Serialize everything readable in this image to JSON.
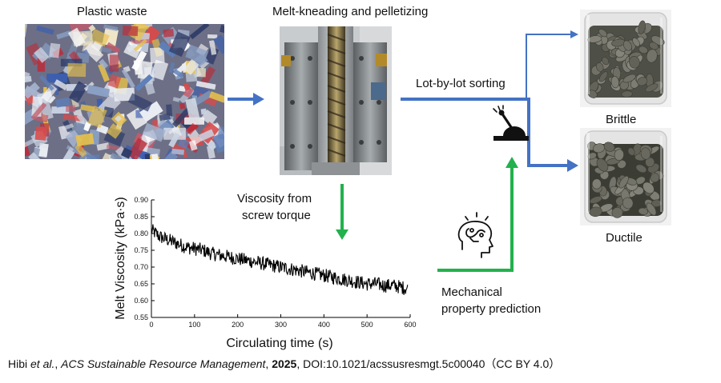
{
  "labels": {
    "plastic_waste": "Plastic waste",
    "melt_kneading": "Melt-kneading and pelletizing",
    "lot_sorting": "Lot-by-lot sorting",
    "brittle": "Brittle",
    "ductile": "Ductile",
    "viscosity_line1": "Viscosity from",
    "viscosity_line2": "screw torque",
    "prediction_line1": "Mechanical",
    "prediction_line2": "property prediction"
  },
  "citation": {
    "authors": "Hibi ",
    "etal": "et al.",
    "sep1": ", ",
    "journal": "ACS Sustainable Resource Management",
    "sep2": ", ",
    "year": "2025",
    "doi": ", DOI:10.1021/acssusresmgt.5c00040（CC BY 4.0）"
  },
  "icons": {
    "sorting_lever": "lever-switch-icon",
    "ai_head": "ai-head-icon"
  },
  "colors": {
    "blue_arrow": "#4472c4",
    "green_arrow": "#22b14c",
    "trace": "#000000"
  },
  "chart_data": {
    "type": "line",
    "title": "",
    "xlabel": "Circulating time (s)",
    "ylabel": "Melt Viscosity (kPa·s)",
    "xlim": [
      0,
      600
    ],
    "ylim": [
      0.55,
      0.9
    ],
    "xticks": [
      0,
      100,
      200,
      300,
      400,
      500,
      600
    ],
    "yticks": [
      0.55,
      0.6,
      0.65,
      0.7,
      0.75,
      0.8,
      0.85,
      0.9
    ],
    "x": [
      0,
      20,
      40,
      60,
      80,
      100,
      120,
      140,
      160,
      180,
      200,
      220,
      240,
      260,
      280,
      300,
      320,
      340,
      360,
      380,
      400,
      420,
      440,
      460,
      480,
      500,
      520,
      540,
      560,
      580,
      595
    ],
    "y": [
      0.81,
      0.79,
      0.78,
      0.77,
      0.76,
      0.755,
      0.75,
      0.74,
      0.735,
      0.73,
      0.725,
      0.72,
      0.715,
      0.71,
      0.705,
      0.7,
      0.695,
      0.69,
      0.685,
      0.68,
      0.675,
      0.67,
      0.665,
      0.66,
      0.655,
      0.65,
      0.65,
      0.645,
      0.645,
      0.64,
      0.635
    ],
    "noise_amplitude": 0.03,
    "grid": false
  }
}
